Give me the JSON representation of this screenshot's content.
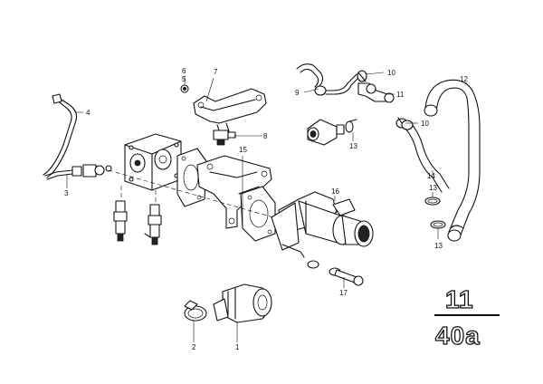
{
  "callouts": {
    "c1": "1",
    "c2": "2",
    "c3": "3",
    "c4": "4",
    "c5": "5",
    "c6": "6",
    "c7": "7",
    "c8": "8",
    "c9": "9",
    "c10a": "10",
    "c10b": "10",
    "c11": "11",
    "c12": "12",
    "c13a": "13",
    "c13b": "13",
    "c13c": "13",
    "c14": "14",
    "c15": "15",
    "c16": "16",
    "c17": "17"
  },
  "page_ref": {
    "top": "11",
    "bottom": "40a"
  }
}
